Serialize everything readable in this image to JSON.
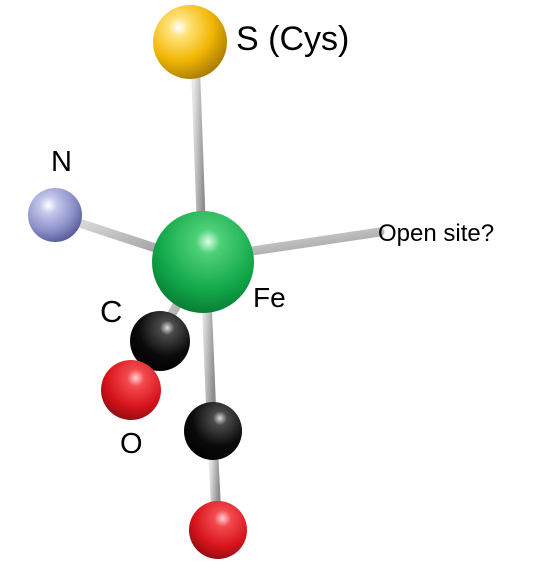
{
  "labels": {
    "sulfur": "S (Cys)",
    "nitrogen": "N",
    "open_site": "Open site?",
    "iron": "Fe",
    "carbon": "C",
    "oxygen": "O"
  },
  "colors": {
    "sulfur": "#f2b705",
    "nitrogen": "#8a8ec8",
    "iron": "#12a84a",
    "carbon": "#0a0a0a",
    "oxygen": "#d8141c",
    "bond": "#b9b9b9"
  }
}
